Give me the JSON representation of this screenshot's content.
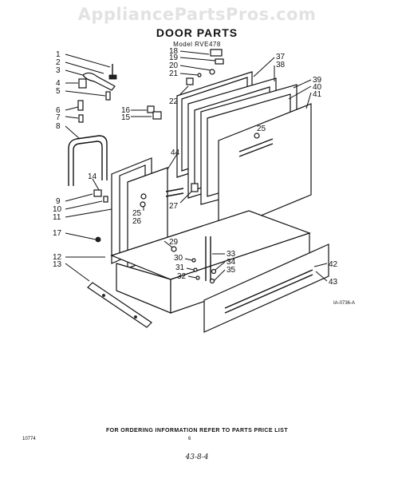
{
  "watermark": "AppliancePartsPros.com",
  "title": "DOOR PARTS",
  "model": "Model RVE478",
  "figure_ref": "IA-0736-A",
  "footer": "FOR ORDERING INFORMATION REFER TO PARTS PRICE LIST",
  "code": "10774",
  "page_number": "6",
  "sheet": "43-8-4",
  "callouts": [
    "1",
    "2",
    "3",
    "4",
    "5",
    "6",
    "7",
    "8",
    "9",
    "10",
    "11",
    "12",
    "13",
    "14",
    "15",
    "16",
    "17",
    "18",
    "19",
    "20",
    "21",
    "22",
    "25",
    "26",
    "27",
    "29",
    "30",
    "31",
    "32",
    "33",
    "34",
    "35",
    "37",
    "38",
    "39",
    "40",
    "41",
    "42",
    "43",
    "44",
    "25"
  ]
}
